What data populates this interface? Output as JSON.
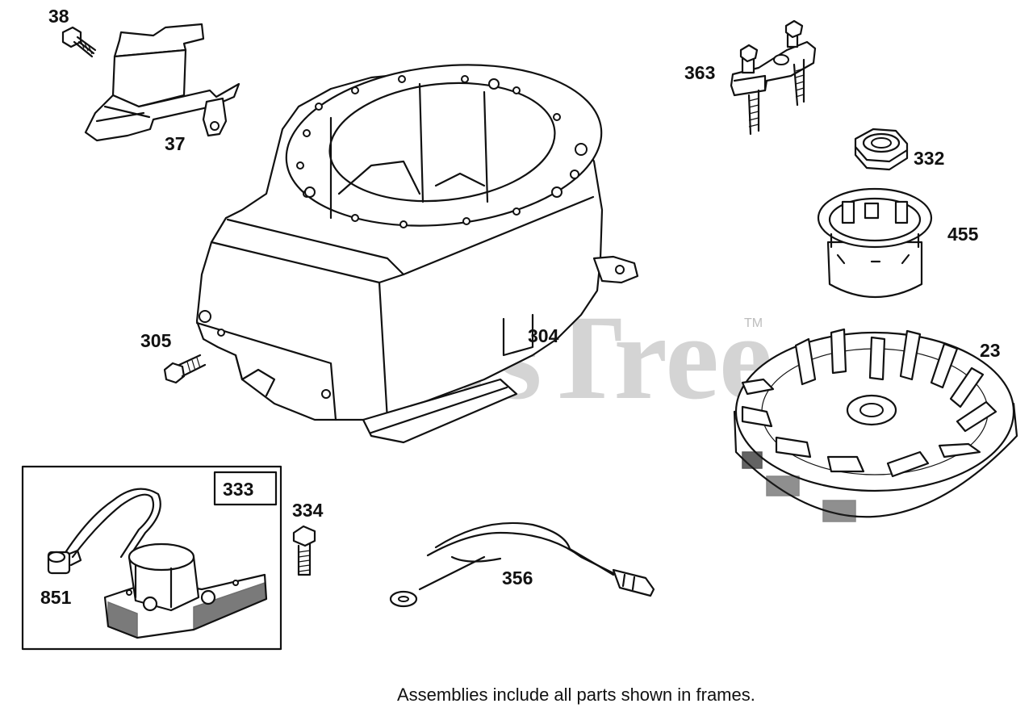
{
  "watermark": {
    "brand": "PartsTree",
    "trademark": "TM"
  },
  "parts": [
    {
      "id": "38",
      "name": "screw"
    },
    {
      "id": "37",
      "name": "shield"
    },
    {
      "id": "363",
      "name": "bracket"
    },
    {
      "id": "332",
      "name": "nut"
    },
    {
      "id": "455",
      "name": "cup"
    },
    {
      "id": "305",
      "name": "screw"
    },
    {
      "id": "304",
      "name": "blower-housing"
    },
    {
      "id": "23",
      "name": "flywheel"
    },
    {
      "id": "333",
      "name": "armature-assembly"
    },
    {
      "id": "334",
      "name": "screw"
    },
    {
      "id": "851",
      "name": "terminal"
    },
    {
      "id": "356",
      "name": "ground-wire"
    }
  ],
  "frame_label": "333",
  "footnote": "Assemblies include all parts shown in frames."
}
